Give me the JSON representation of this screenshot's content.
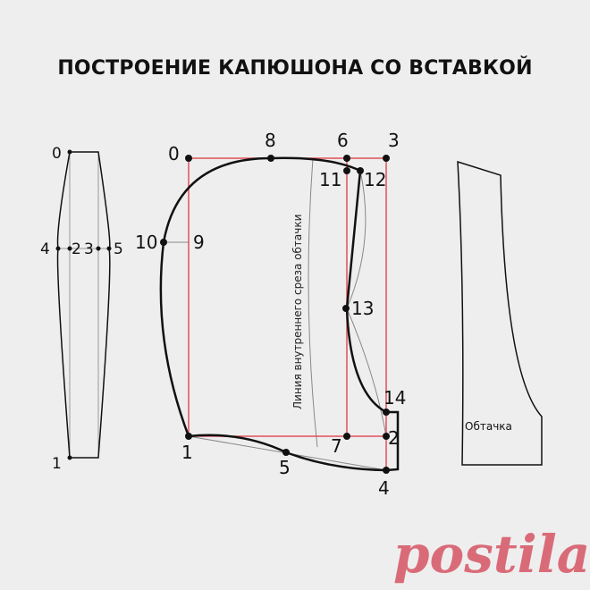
{
  "title": "ПОСТРОЕНИЕ КАПЮШОНА СО ВСТАВКОЙ",
  "gusset": {
    "points": [
      "0",
      "1",
      "4",
      "2",
      "3",
      "5"
    ]
  },
  "hood": {
    "points": [
      "0",
      "8",
      "6",
      "3",
      "11",
      "12",
      "10",
      "9",
      "13",
      "14",
      "7",
      "2",
      "1",
      "5",
      "4"
    ],
    "facing_line_label": "Линия внутреннего среза обтачки"
  },
  "facing": {
    "label": "Обтачка"
  },
  "watermark": "postila.ru",
  "colors": {
    "construction_line": "#e0505a",
    "outline": "#111111",
    "watermark": "#d96b78",
    "background": "#efeeee"
  }
}
